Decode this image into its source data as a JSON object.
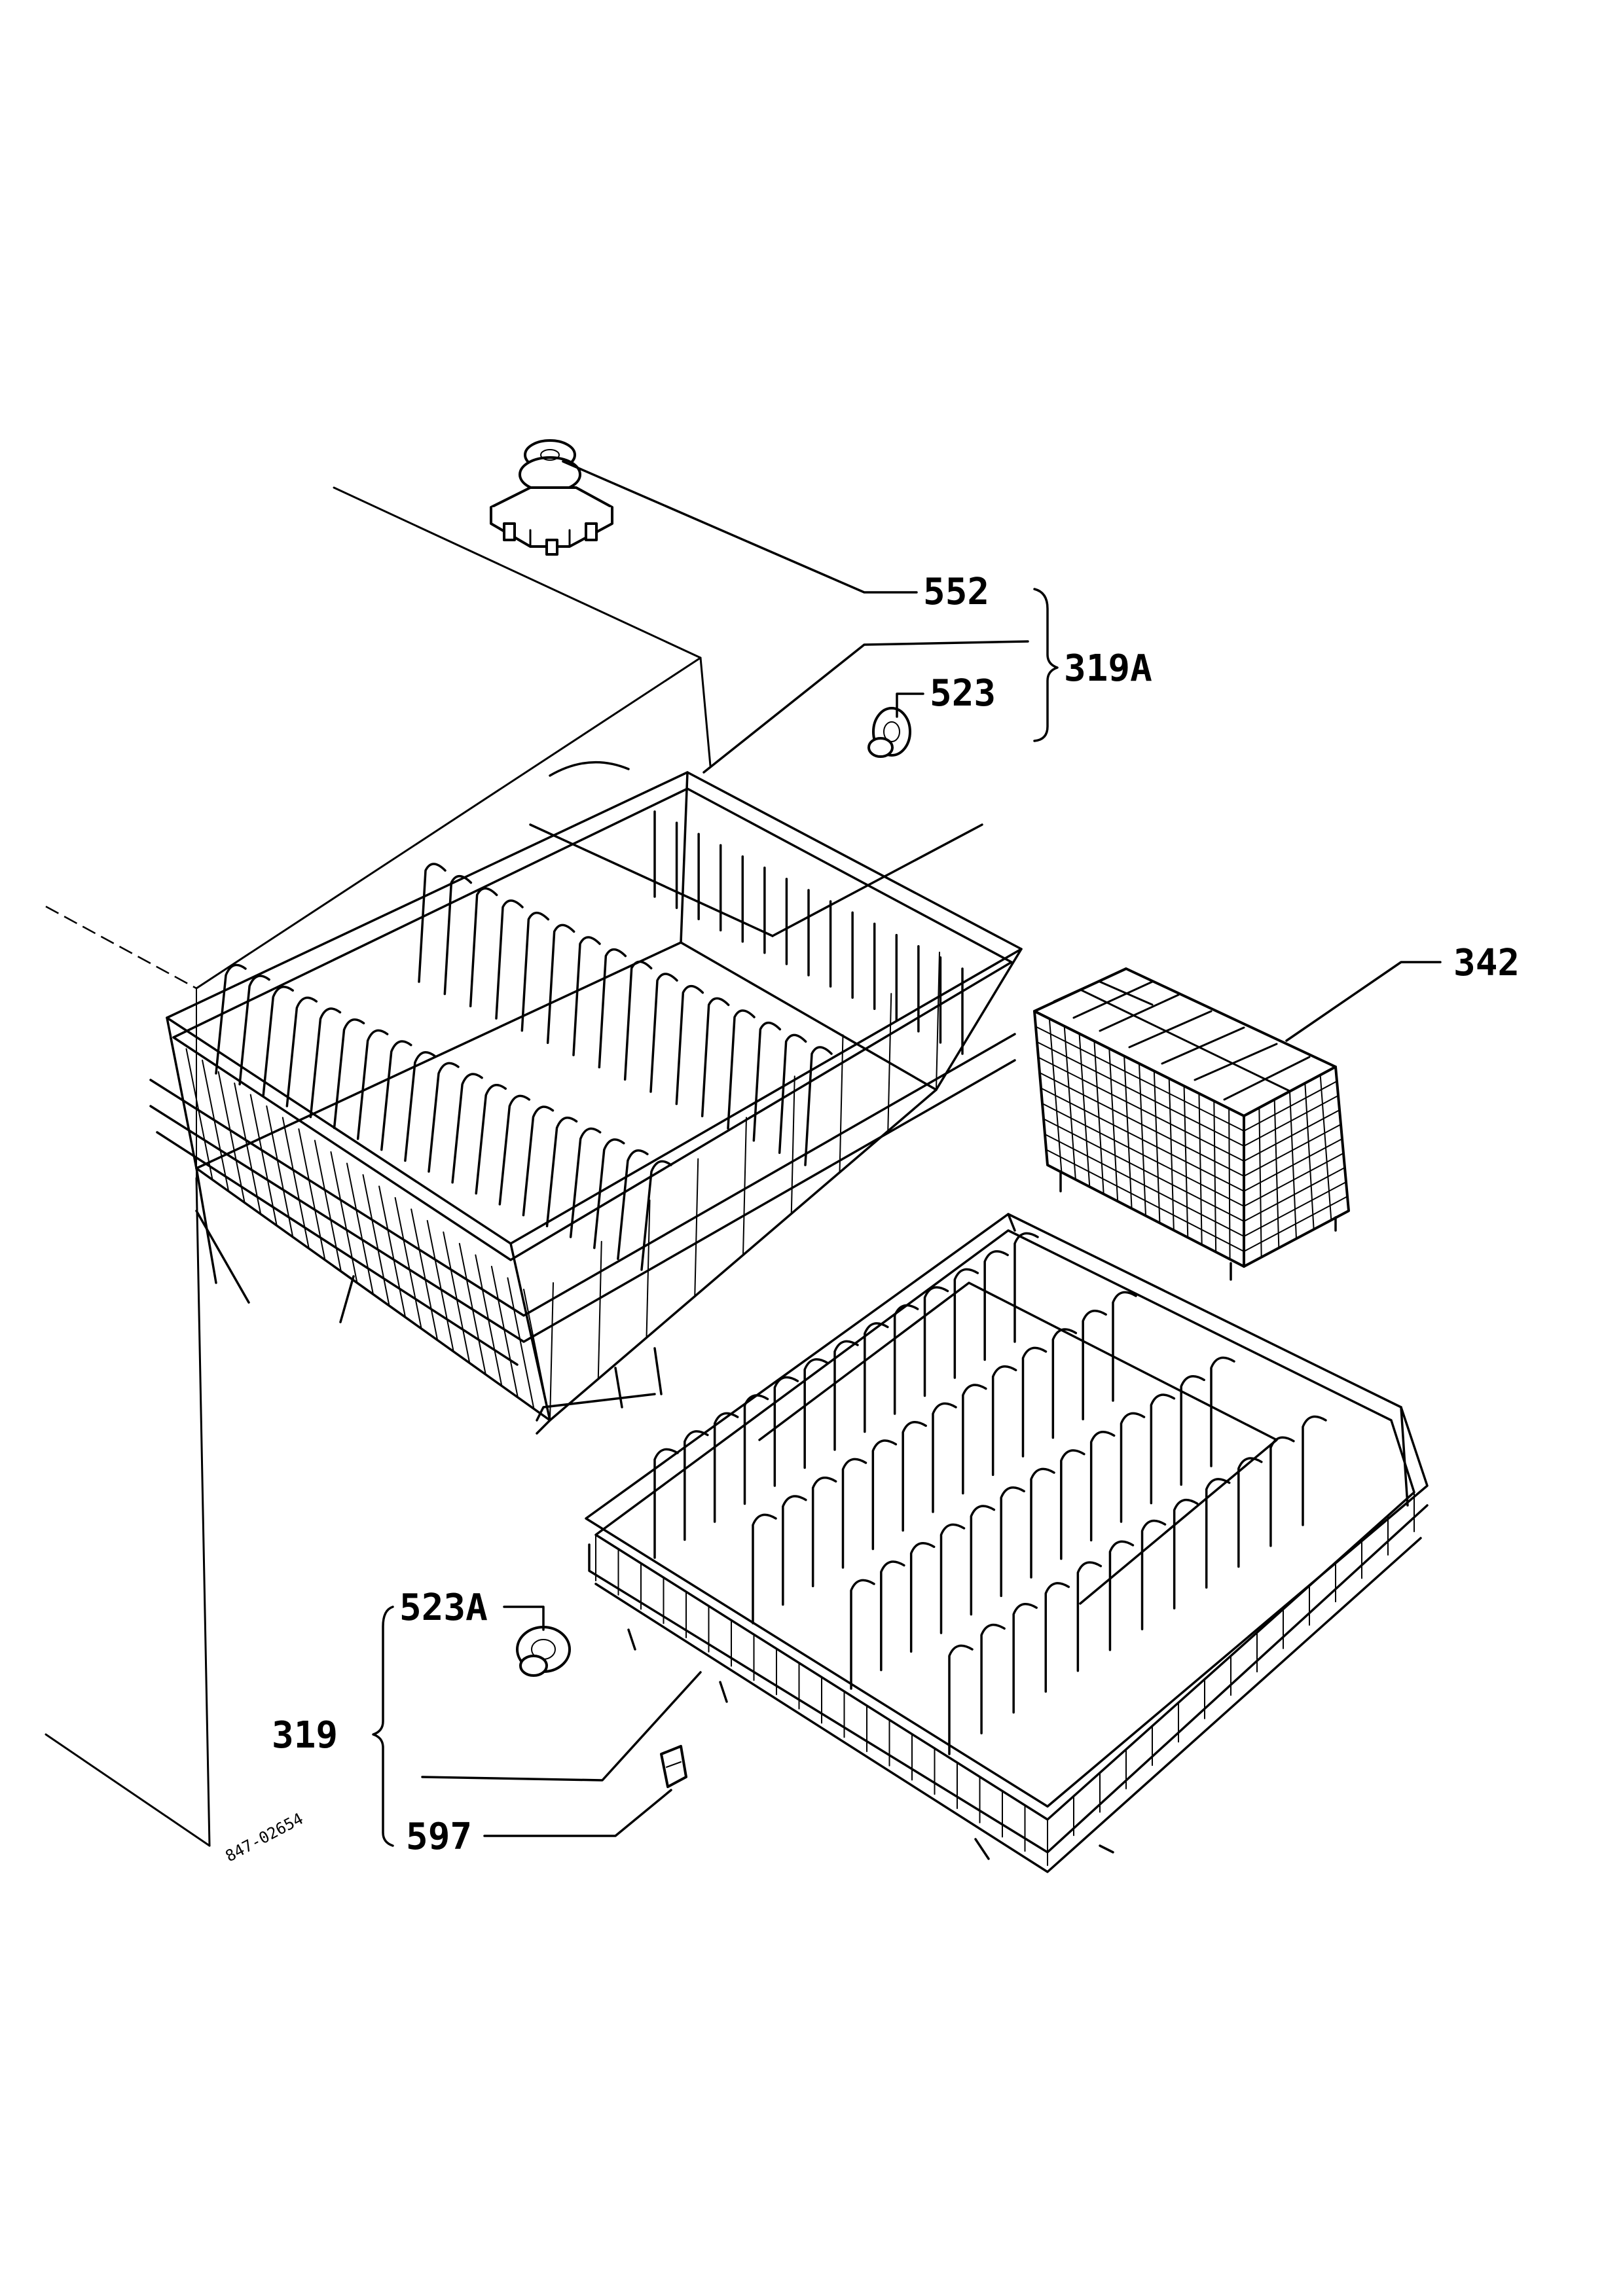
{
  "callouts": {
    "p552": "552",
    "p319A": "319A",
    "p523": "523",
    "p342": "342",
    "p523A": "523A",
    "p319": "319",
    "p597": "597"
  },
  "drawing_code": "847-02654"
}
